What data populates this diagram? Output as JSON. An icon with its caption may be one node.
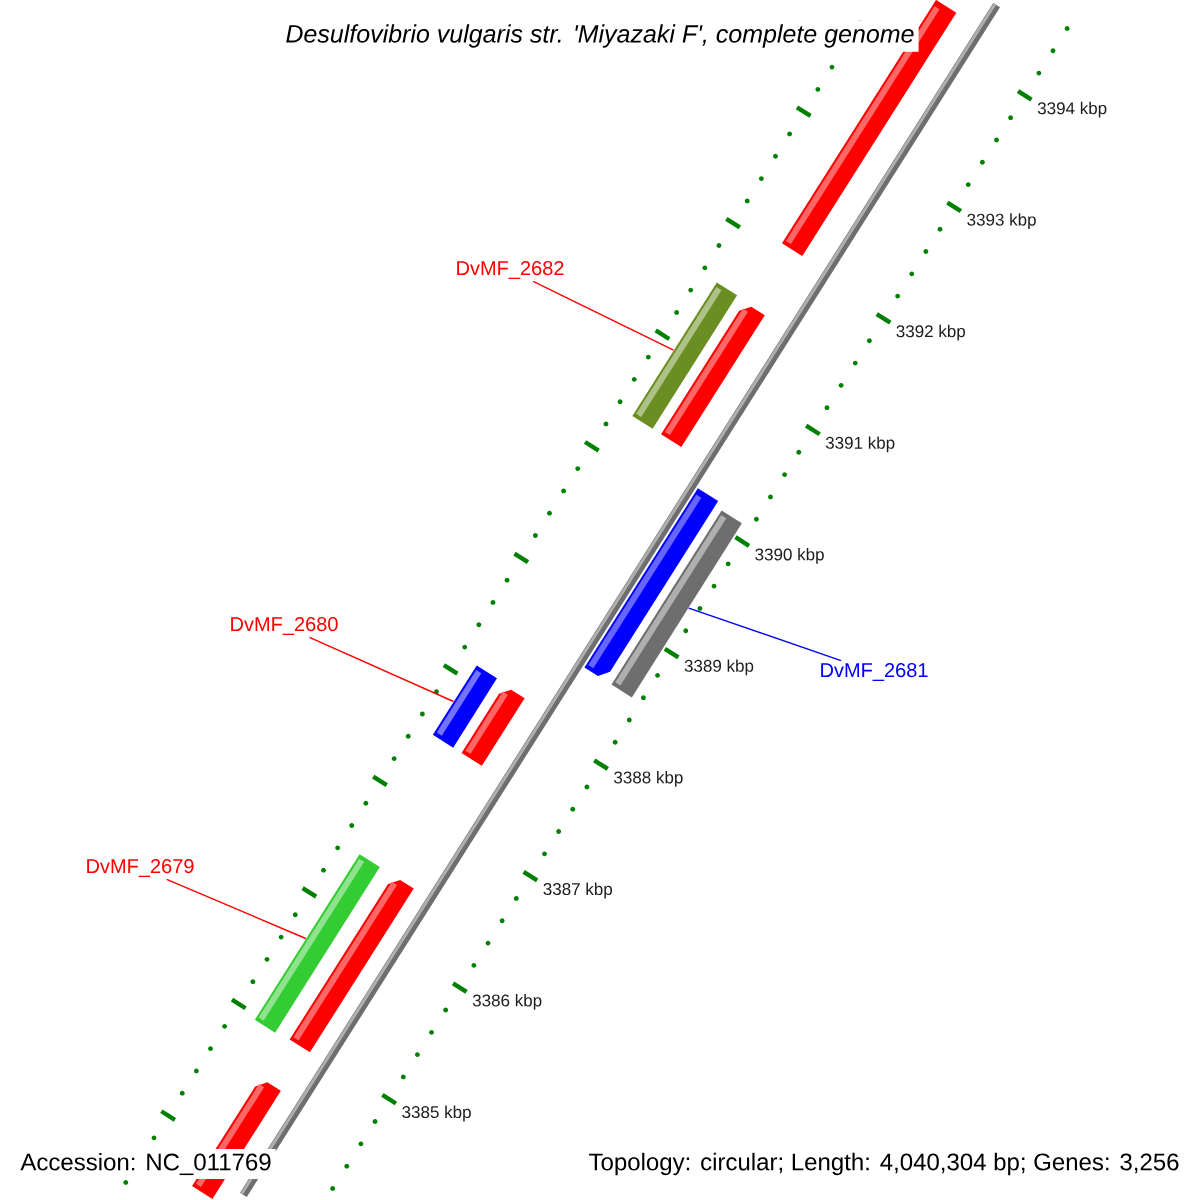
{
  "diagram": {
    "title": "*Desulfovibrio vulgaris* str. 'Miyazaki F', complete genome",
    "nodes": [
      {
        "text": [
          "DvMF_2682"
        ]
      },
      {
        "text": [],
        "shape": "bar"
      },
      {
        "text": [
          "DvMF_2680"
        ]
      },
      {
        "text": [],
        "shape": "bar"
      },
      {
        "text": [
          "DvMF_2681"
        ]
      },
      {
        "text": [],
        "shape": "bar"
      },
      {
        "text": [
          "DvMF_2679"
        ]
      },
      {
        "text": [],
        "shape": "bar"
      }
    ],
    "edges": [
      {
        "from": 0,
        "to": 1,
        "arrow": "none"
      },
      {
        "from": 2,
        "to": 3,
        "arrow": "none"
      },
      {
        "from": 4,
        "to": 5,
        "arrow": "none",
        "color": "#0000ff"
      },
      {
        "from": 6,
        "to": 7,
        "arrow": "none"
      }
    ],
    "labels": [
      "3394 kbp",
      "3393 kbp",
      "3392 kbp",
      "3391 kbp",
      "3390 kbp",
      "3389 kbp",
      "3388 kbp",
      "3387 kbp",
      "3386 kbp",
      "3385 kbp",
      "Accession: NC_011769",
      "Topology: circular; Length: 4,040,304 bp; Genes: 3,256"
    ]
  }
}
